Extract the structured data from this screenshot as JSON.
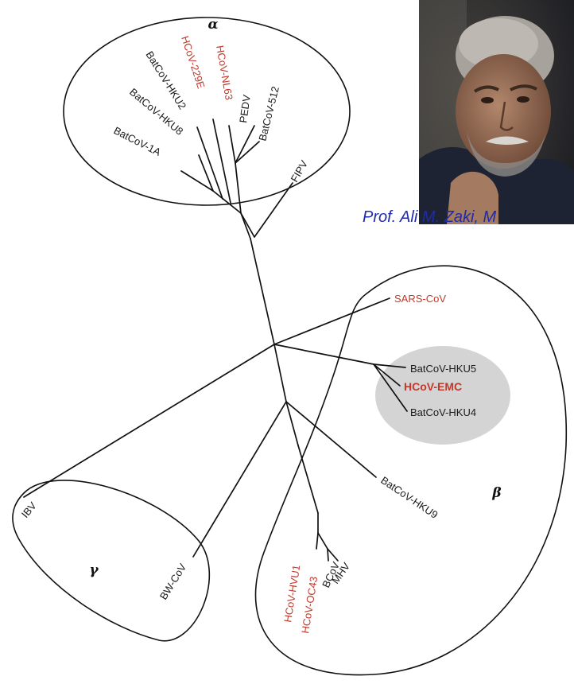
{
  "groups": {
    "alpha": "α",
    "beta": "β",
    "gamma": "γ"
  },
  "taxa": {
    "batcov_1a": "BatCoV-1A",
    "batcov_hku8": "BatCoV-HKU8",
    "batcov_hku2": "BatCoV-HKU2",
    "hcov_229e": "HCoV-229E",
    "hcov_nl63": "HCoV-NL63",
    "pedv": "PEDV",
    "batcov_512": "BatCoV-512",
    "fipv": "FIPV",
    "sars_cov": "SARS-CoV",
    "batcov_hku5": "BatCoV-HKU5",
    "hcov_emc": "HCoV-EMC",
    "batcov_hku4": "BatCoV-HKU4",
    "batcov_hku9": "BatCoV-HKU9",
    "ibv": "IBV",
    "bw_cov": "BW-CoV",
    "hcov_hku1": "HCoV-HVU1",
    "hcov_oc43": "HCoV-OC43",
    "bcov": "BCoV",
    "mhv": "MHV"
  },
  "caption": "Prof. Ali M. Zaki, M",
  "colors": {
    "human_virus": "#c0392b",
    "other_virus": "#1a1a1a",
    "highlight_ellipse": "#d4d4d4",
    "caption": "#1f2ba8"
  }
}
